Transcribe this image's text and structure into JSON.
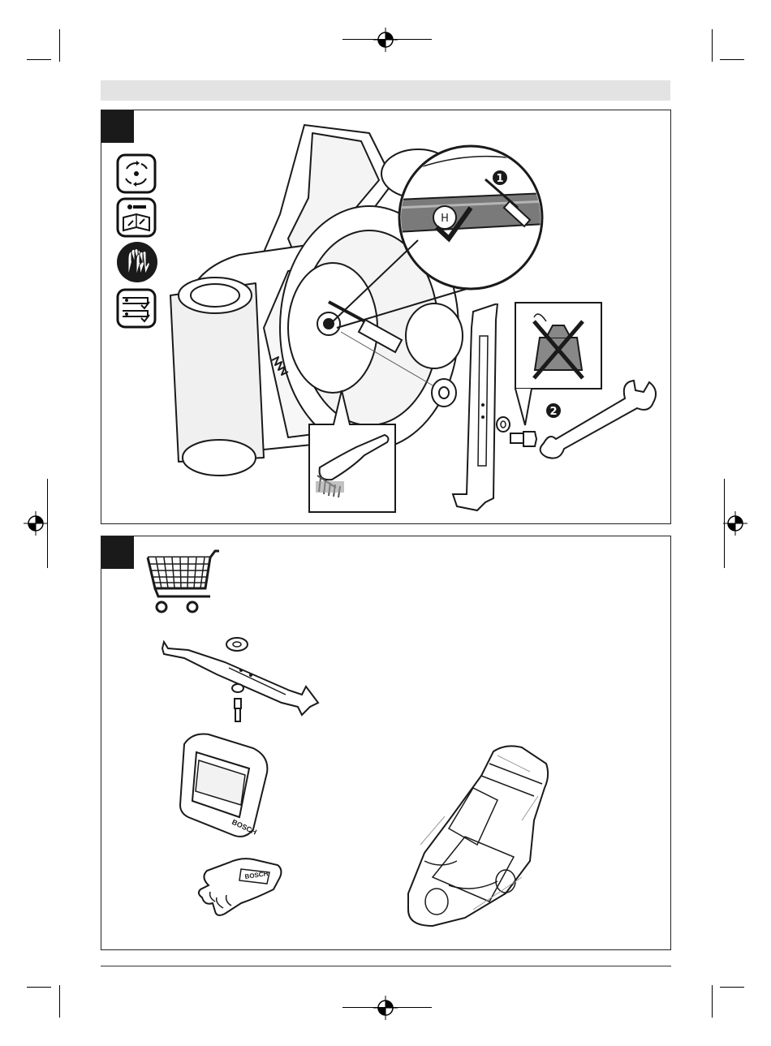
{
  "page": {
    "background": "#ffffff",
    "header_bar_color": "#e3e3e3",
    "ink_color": "#1a1a1a"
  },
  "panel_top": {
    "step_markers": [
      "1",
      "2"
    ],
    "icons": [
      "blade-rotation-icon",
      "read-manual-icon",
      "wear-gloves-icon",
      "blade-replace-icon"
    ],
    "parts": [
      "lawnmower-underside",
      "screwdriver",
      "blade-washer",
      "mower-blade",
      "washer",
      "blade-bolt",
      "wrench",
      "cleaning-brush"
    ],
    "warnings": [
      "no-lubricant-icon"
    ]
  },
  "panel_bottom": {
    "icons": [
      "shopping-cart-icon"
    ],
    "accessories": [
      "replacement-blade-kit",
      "grass-box-cover",
      "gardening-gloves",
      "mower-storage-cover"
    ],
    "brand_marks": [
      "BOSCH",
      "BOSCH"
    ]
  }
}
